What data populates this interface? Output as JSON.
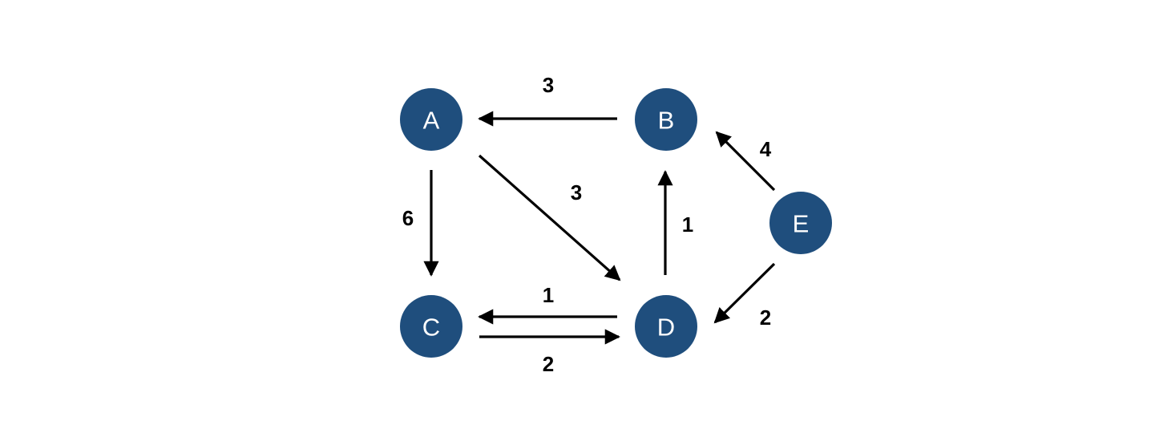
{
  "graph": {
    "node_color": "#1f4e7d",
    "label_color": "#ffffff",
    "edge_color": "#000000",
    "nodes": [
      {
        "id": "A",
        "label": "A"
      },
      {
        "id": "B",
        "label": "B"
      },
      {
        "id": "C",
        "label": "C"
      },
      {
        "id": "D",
        "label": "D"
      },
      {
        "id": "E",
        "label": "E"
      }
    ],
    "edges": [
      {
        "id": "b-a",
        "from": "B",
        "to": "A",
        "weight": "3"
      },
      {
        "id": "a-d",
        "from": "A",
        "to": "D",
        "weight": "3"
      },
      {
        "id": "a-c",
        "from": "A",
        "to": "C",
        "weight": "6"
      },
      {
        "id": "d-b",
        "from": "D",
        "to": "B",
        "weight": "1"
      },
      {
        "id": "d-c",
        "from": "D",
        "to": "C",
        "weight": "1"
      },
      {
        "id": "c-d",
        "from": "C",
        "to": "D",
        "weight": "2"
      },
      {
        "id": "e-b",
        "from": "E",
        "to": "B",
        "weight": "4"
      },
      {
        "id": "e-d",
        "from": "E",
        "to": "D",
        "weight": "2"
      }
    ]
  }
}
